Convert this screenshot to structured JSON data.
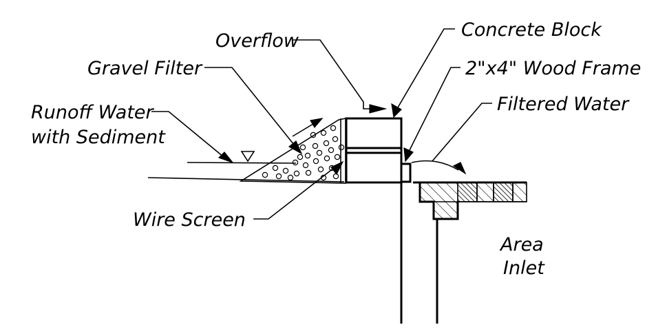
{
  "labels": {
    "overflow": "Overflow",
    "concrete_block": "Concrete Block",
    "gravel_filter": "Gravel Filter",
    "wood_frame": "2\"x4\" Wood Frame",
    "filtered_water": "Filtered Water",
    "runoff_line1": "Runoff Water",
    "runoff_line2": "with Sediment",
    "wire_screen": "Wire Screen",
    "area_line1": "Area",
    "area_line2": "Inlet"
  },
  "colors": {
    "ink": "#000000",
    "background": "#ffffff"
  }
}
